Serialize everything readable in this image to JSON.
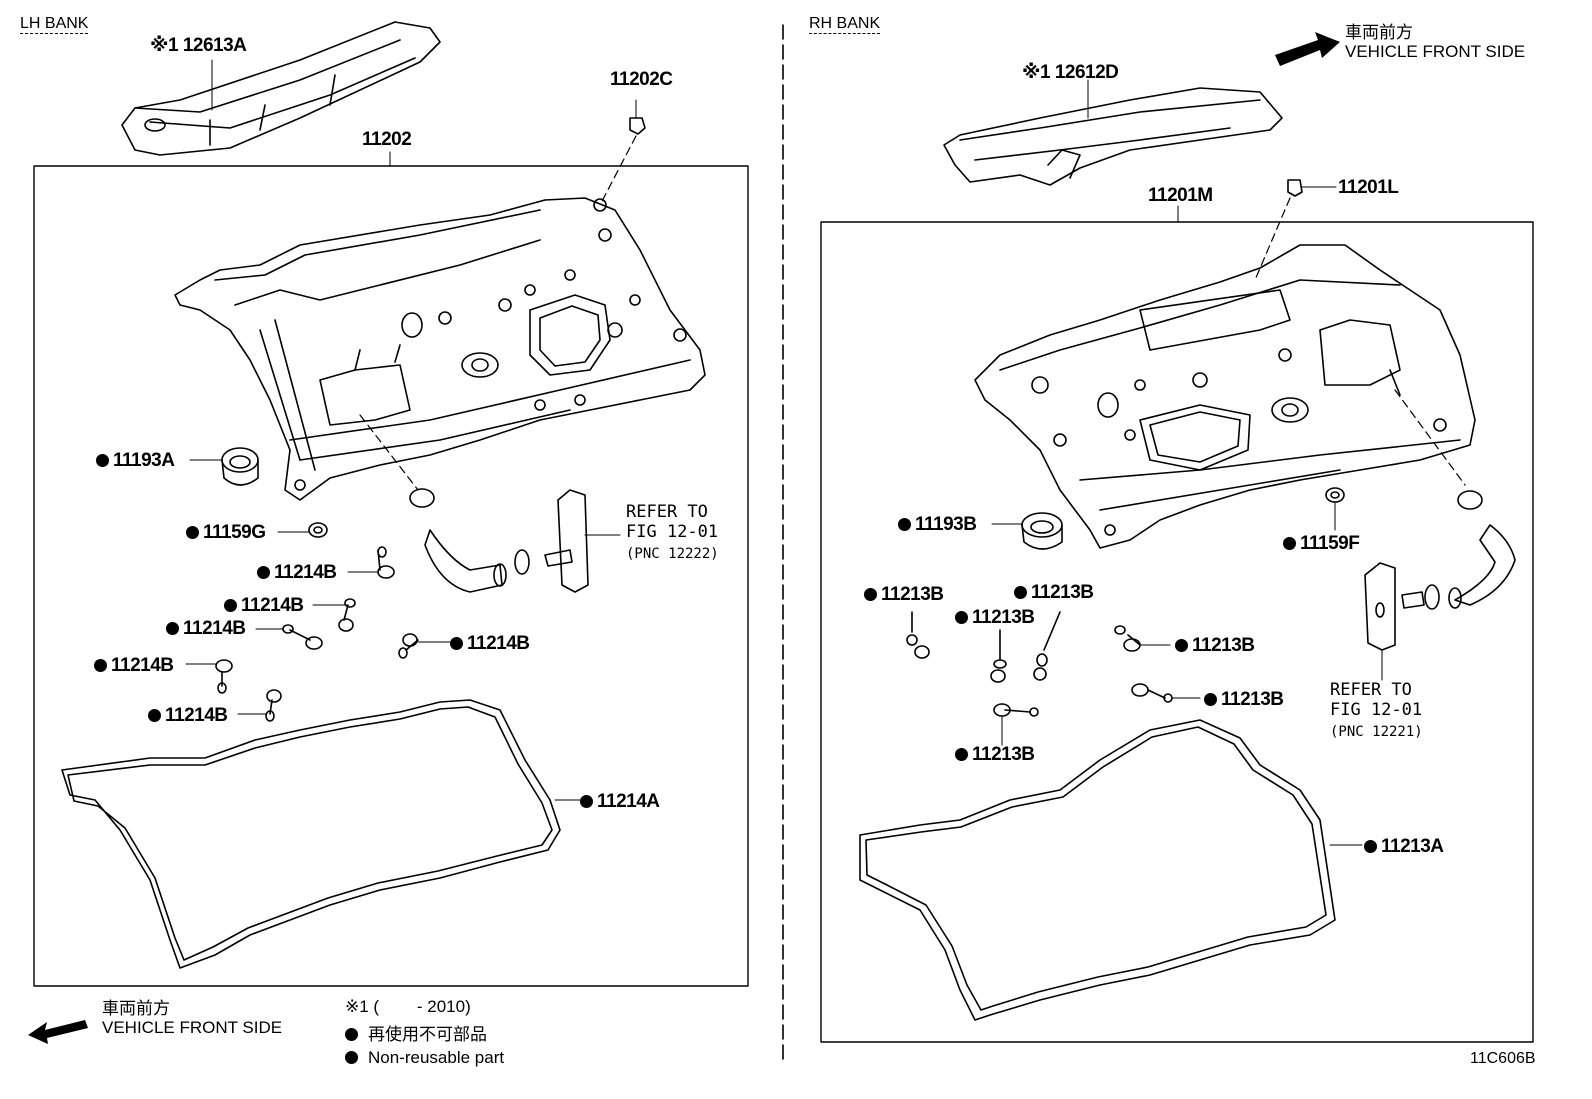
{
  "lh": {
    "bank_label": "LH BANK",
    "labels": {
      "p12613A": "※1 12613A",
      "p11202C": "11202C",
      "p11202": "11202",
      "p11193A": "11193A",
      "p11159G": "11159G",
      "p11214B_1": "11214B",
      "p11214B_2": "11214B",
      "p11214B_3": "11214B",
      "p11214B_4": "11214B",
      "p11214B_5": "11214B",
      "p11214B_6": "11214B",
      "p11214A": "11214A"
    },
    "refer": {
      "line1": "REFER TO",
      "line2": "FIG 12-01",
      "line3": "(PNC 12222)"
    }
  },
  "rh": {
    "bank_label": "RH BANK",
    "labels": {
      "p12612D": "※1 12612D",
      "p11201M": "11201M",
      "p11201L": "11201L",
      "p11193B": "11193B",
      "p11159F": "11159F",
      "p11213B_1": "11213B",
      "p11213B_2": "11213B",
      "p11213B_3": "11213B",
      "p11213B_4": "11213B",
      "p11213B_5": "11213B",
      "p11213B_6": "11213B",
      "p11213A": "11213A"
    },
    "refer": {
      "line1": "REFER TO",
      "line2": "FIG 12-01",
      "line3": "(PNC 12221)"
    }
  },
  "front_top": {
    "jp": "車両前方",
    "en": "VEHICLE FRONT SIDE"
  },
  "front_bottom": {
    "jp": "車両前方",
    "en": "VEHICLE FRONT SIDE"
  },
  "legend": {
    "note1": "※1 (        - 2010)",
    "nonreuse_jp": "再使用不可部品",
    "nonreuse_en": "Non-reusable part"
  },
  "figure_code": "11C606B"
}
